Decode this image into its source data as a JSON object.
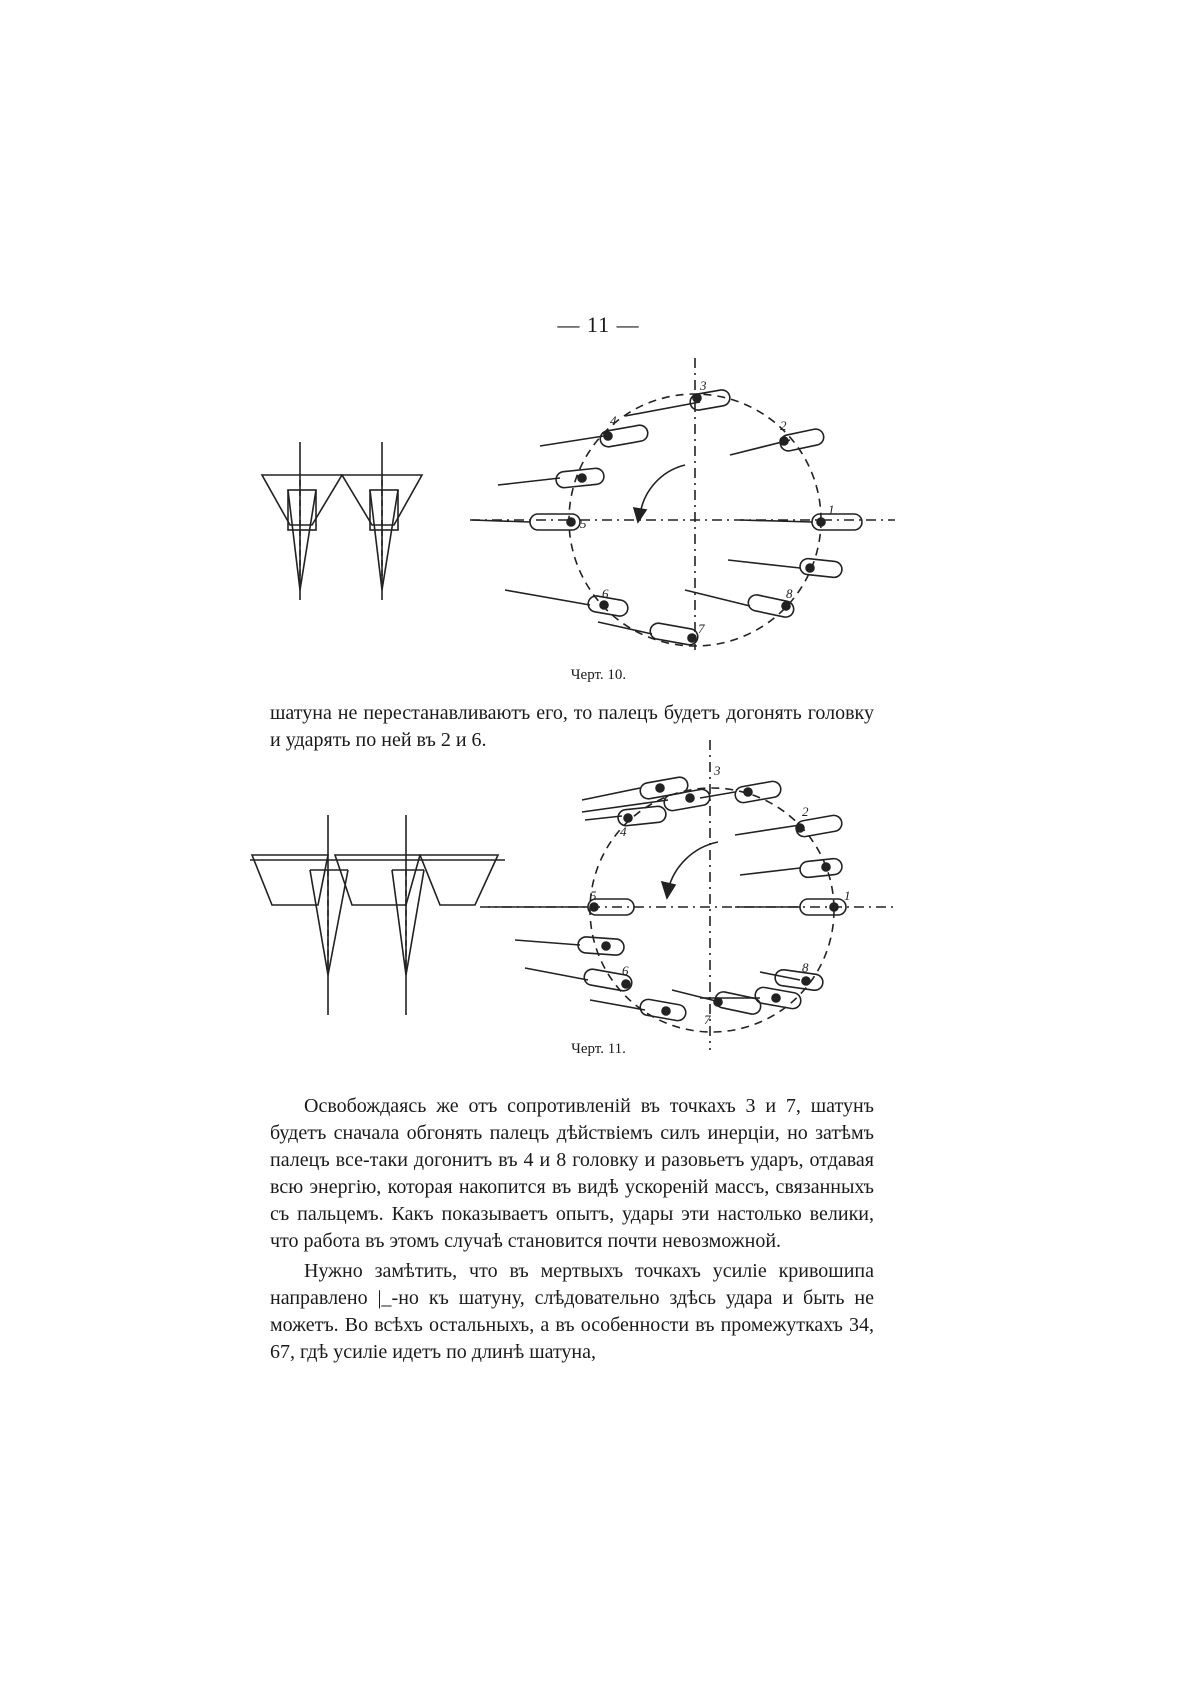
{
  "page": {
    "number": "— 11 —"
  },
  "figures": [
    {
      "id": "fig10",
      "caption": "Черт. 10.",
      "labels": [
        "1",
        "2",
        "3",
        "4",
        "5",
        "6",
        "7",
        "8"
      ]
    },
    {
      "id": "fig11",
      "caption": "Черт. 11.",
      "labels": [
        "1",
        "2",
        "3",
        "4",
        "5",
        "6",
        "7",
        "8"
      ]
    }
  ],
  "text": {
    "para1": "шатуна не перестанавливаютъ его, то палецъ будетъ догонять головку и ударять по ней въ 2 и 6.",
    "para2": "Освобождаясь же отъ сопротивленій въ точкахъ 3 и 7, шатунъ будетъ сначала обгонять палецъ дѣйствіемъ силъ инерціи, но затѣмъ палецъ все-таки догонитъ въ 4 и 8 головку и разовьетъ ударъ, отдавая всю энергію, которая накопится въ видѣ ускореній массъ, связанныхъ съ пальцемъ. Какъ показываетъ опытъ, удары эти настолько велики, что работа въ этомъ случаѣ становится почти невозможной.",
    "para3": "Нужно замѣтить, что въ мертвыхъ точкахъ усиліе кривошипа направлено |_-но къ шатуну, слѣдовательно здѣсь удара и быть не можетъ. Во всѣхъ остальныхъ, а въ особенности въ промежуткахъ 34, 67, гдѣ усиліе идетъ по длинѣ шатуна,"
  }
}
